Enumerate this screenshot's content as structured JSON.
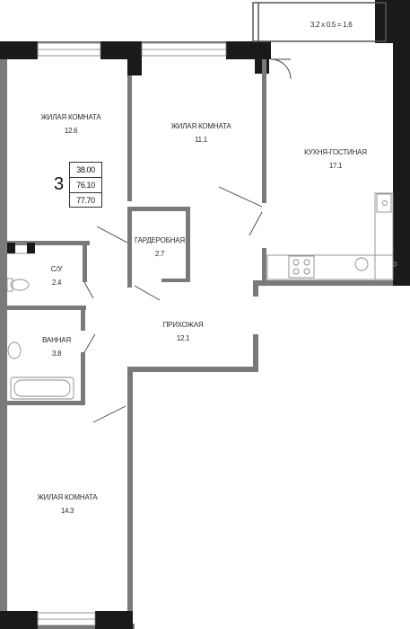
{
  "rooms": [
    {
      "key": "living1",
      "name": "ЖИЛАЯ КОМНАТА",
      "area": "12.6"
    },
    {
      "key": "living2",
      "name": "ЖИЛАЯ КОМНАТА",
      "area": "11.1"
    },
    {
      "key": "kitchen",
      "name": "КУХНЯ-ГОСТИНАЯ",
      "area": "17.1"
    },
    {
      "key": "wardrobe",
      "name": "ГАРДЕРОБНАЯ",
      "area": "2.7"
    },
    {
      "key": "wc",
      "name": "С/У",
      "area": "2.4"
    },
    {
      "key": "bath",
      "name": "ВАННАЯ",
      "area": "3.8"
    },
    {
      "key": "hall",
      "name": "ПРИХОЖАЯ",
      "area": "12.1"
    },
    {
      "key": "living3",
      "name": "ЖИЛАЯ КОМНАТА",
      "area": "14.3"
    }
  ],
  "balcony": {
    "formula": "3.2 x 0.5 = 1.6"
  },
  "badge": {
    "rooms": "3",
    "values": [
      "38.00",
      "76.10",
      "77.70"
    ]
  },
  "colors": {
    "wall": "#1a1a1a",
    "thin_wall": "#6f6f6f",
    "fixture": "#8a8a8a"
  }
}
